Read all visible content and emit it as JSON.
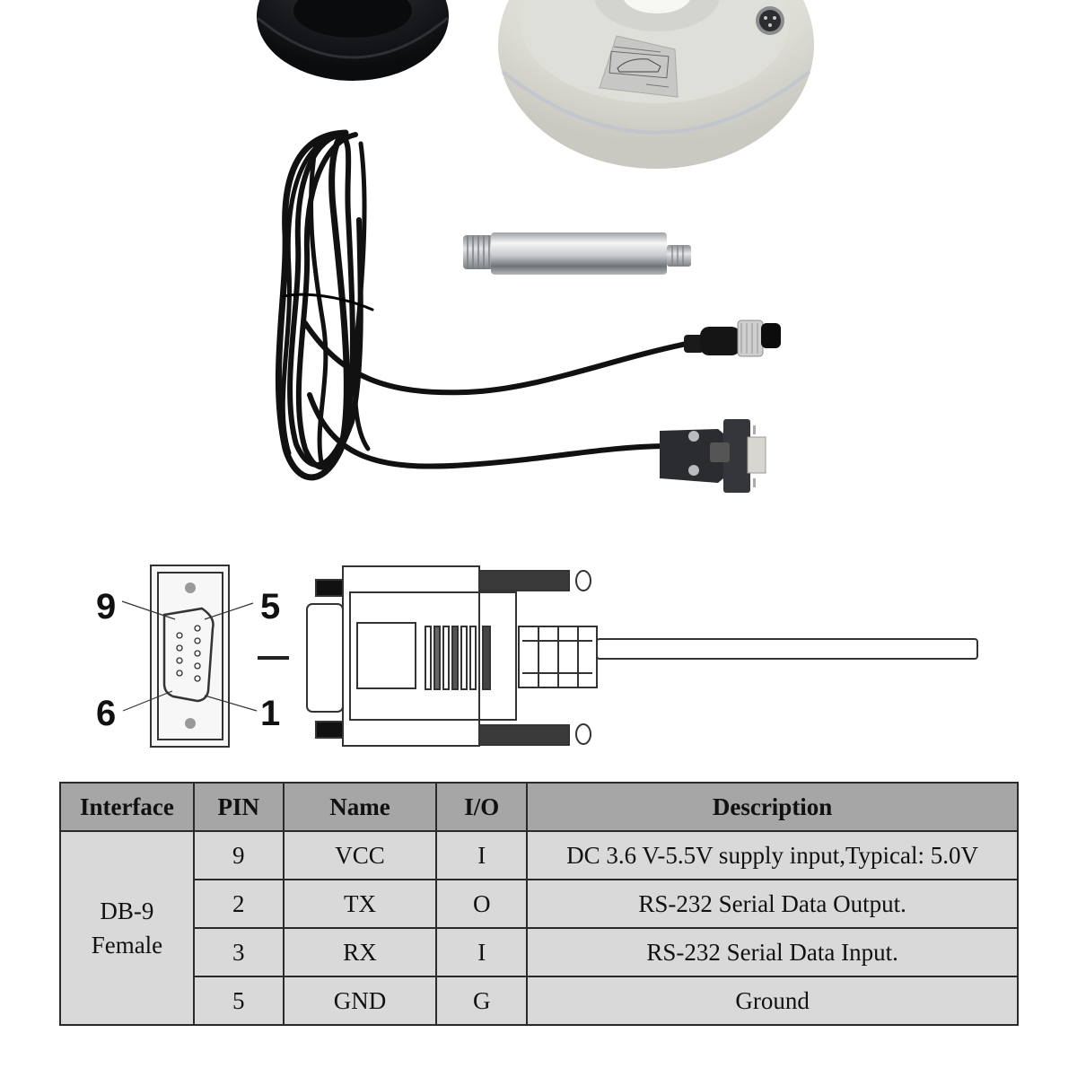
{
  "photos": {
    "items": [
      {
        "id": "magnetic-mount",
        "desc": "black magnetic antenna mount base"
      },
      {
        "id": "gnss-antenna",
        "desc": "white round GNSS antenna with aviation connector and label"
      },
      {
        "id": "coiled-cable",
        "desc": "coiled black cable with aviation plug and DB-9 female connector"
      },
      {
        "id": "extension-rod",
        "desc": "silver threaded extension rod"
      }
    ]
  },
  "diagram": {
    "pin_labels": {
      "top_left": "9",
      "top_right": "5",
      "bottom_left": "6",
      "bottom_right": "1"
    },
    "separator": "—"
  },
  "table": {
    "headers": [
      "Interface",
      "PIN",
      "Name",
      "I/O",
      "Description"
    ],
    "interface_line1": "DB-9",
    "interface_line2": "Female",
    "rows": [
      {
        "pin": "9",
        "name": "VCC",
        "io": "I",
        "description": "DC 3.6 V-5.5V supply input,Typical: 5.0V"
      },
      {
        "pin": "2",
        "name": "TX",
        "io": "O",
        "description": "RS-232 Serial Data Output."
      },
      {
        "pin": "3",
        "name": "RX",
        "io": "I",
        "description": "RS-232 Serial Data Input."
      },
      {
        "pin": "5",
        "name": "GND",
        "io": "G",
        "description": "Ground"
      }
    ]
  },
  "colors": {
    "header_bg": "#a6a6a6",
    "cell_bg": "#d9d9d9",
    "border": "#2a2a2a",
    "antenna_body": "#e3e3dc",
    "mount_black": "#15171a",
    "cable_black": "#111111"
  }
}
